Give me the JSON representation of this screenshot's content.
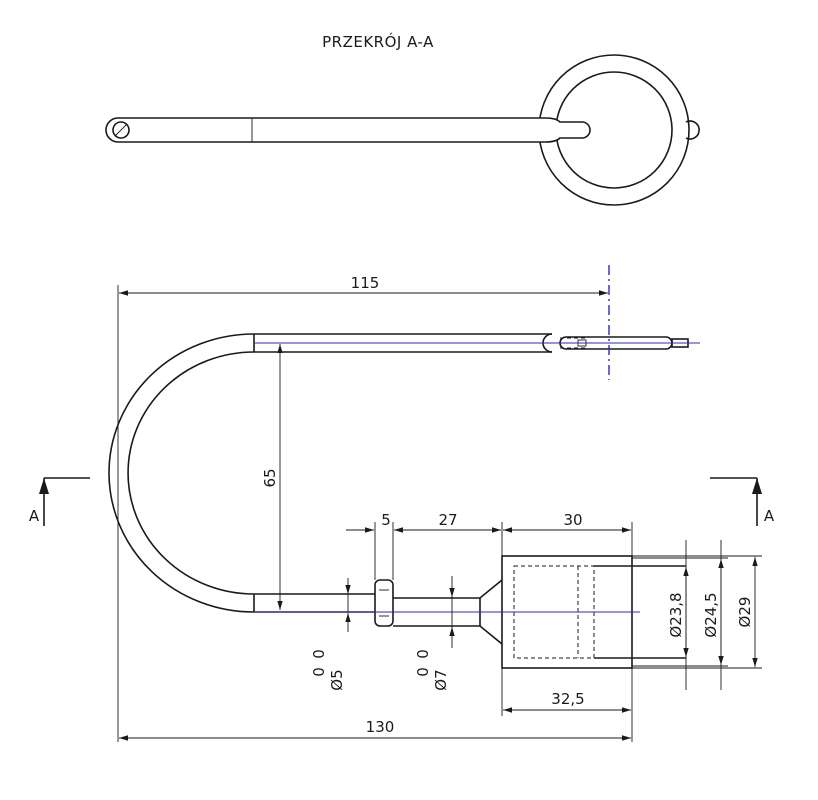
{
  "title": "PRZEKRÓJ A-A",
  "section_marker": "A",
  "dimensions": {
    "d115": "115",
    "d65": "65",
    "d5": "5",
    "d27": "27",
    "d30": "30",
    "d32_5": "32,5",
    "d130": "130",
    "dia23_8": "23,8",
    "dia24_5": "24,5",
    "dia29": "29",
    "dia5": "5",
    "dia7": "7",
    "tol_zero": "0"
  },
  "symbols": {
    "diameter": "Ø"
  }
}
